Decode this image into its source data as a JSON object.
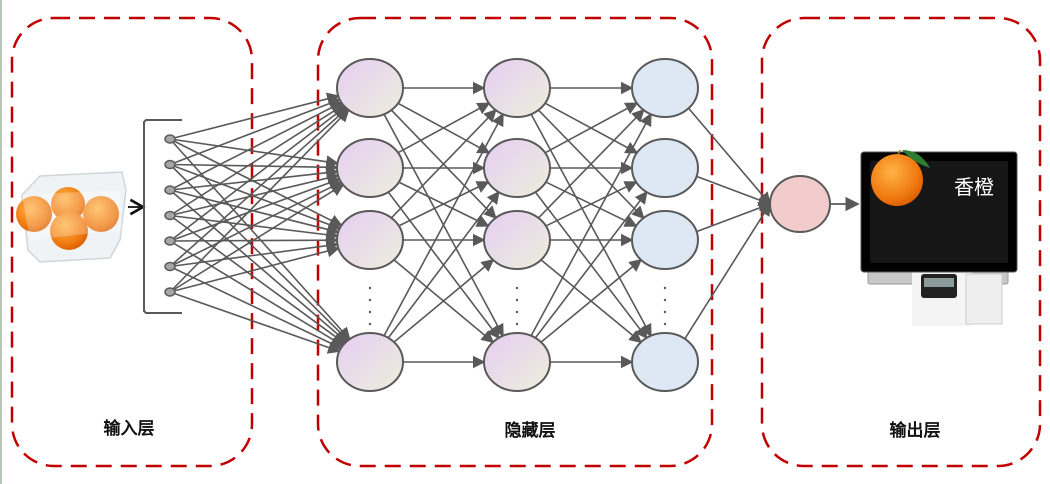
{
  "layers": {
    "input": {
      "label": "输入层",
      "node_count": 7
    },
    "hidden": {
      "label": "隐藏层",
      "layers": 3,
      "visible_nodes_per_layer": 4
    },
    "output": {
      "label": "输出层",
      "node_count": 1
    }
  },
  "output_display": {
    "text": "香橙"
  },
  "icons": {
    "input_image": "oranges-in-plastic-box",
    "output_device": "pos-scale-terminal",
    "output_fruit": "orange"
  },
  "colors": {
    "border": "#c00000",
    "edge": "#595959",
    "hidden_gradient_start": "#e6cdf3",
    "hidden_gradient_end": "#ecefdc",
    "last_hidden_fill": "#dde8f4",
    "output_node_fill": "#f2cccc"
  }
}
